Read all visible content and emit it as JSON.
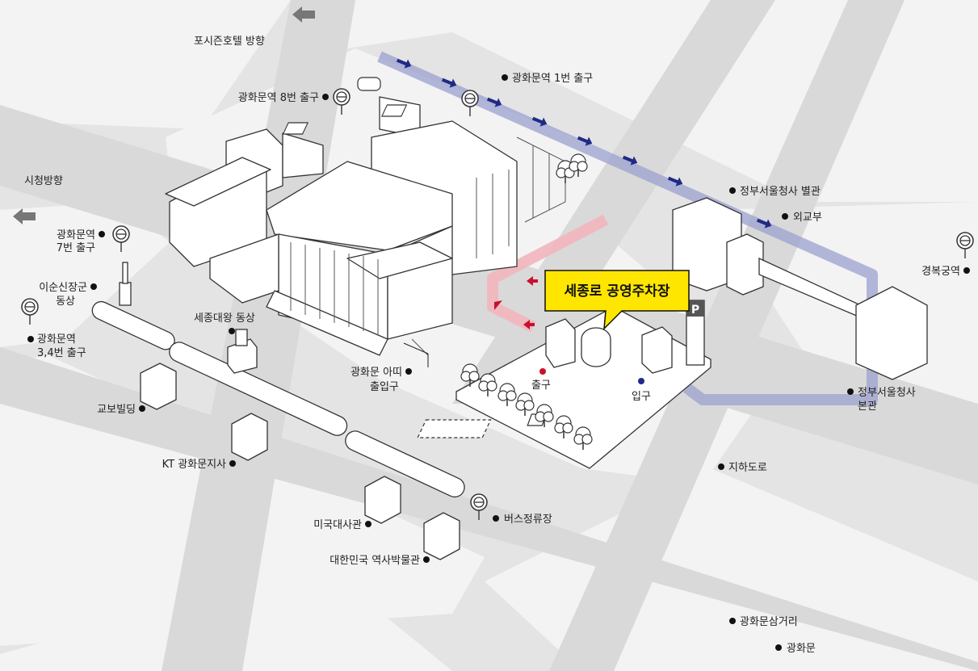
{
  "map": {
    "title": "세종로 공영주차장",
    "colors": {
      "background": "#e4e4e4",
      "block": "#f3f3f3",
      "road": "#dedede",
      "title_bg": "#ffe600",
      "entrance_route": "#9ba0cf",
      "exit_route": "#f2b5bc",
      "arrow_blue": "#1f2a86",
      "arrow_red": "#c8102e"
    },
    "directions": {
      "four_seasons": "포시즌호텔 방향",
      "city_hall": "시청방향"
    },
    "exits": {
      "exit_out": "출구",
      "exit_in": "입구"
    },
    "landmarks": {
      "exit1": "광화문역 1번 출구",
      "exit8": "광화문역 8번 출구",
      "exit7_line1": "광화문역",
      "exit7_line2": "7번 출구",
      "yisunsin_line1": "이순신장군",
      "yisunsin_line2": "동상",
      "exit34_line1": "광화문역",
      "exit34_line2": "3,4번 출구",
      "sejong": "세종대왕 동상",
      "art_line1": "광화문 아띠",
      "art_line2": "출입구",
      "kyobo": "교보빌딩",
      "kt": "KT 광화문지사",
      "us_embassy": "미국대사관",
      "museum": "대한민국 역사박물관",
      "bus_stop": "버스정류장",
      "gov_annex": "정부서울청사 별관",
      "mofa": "외교부",
      "gyeongbokgung": "경복궁역",
      "gov_main_line1": "정부서울청사",
      "gov_main_line2": "본관",
      "underpass": "지하도로",
      "intersection": "광화문삼거리",
      "gwanghwamun": "광화문"
    },
    "icons": {
      "parking_sign": "P",
      "subway": "subway-sign-icon",
      "bus": "bus-stop-sign-icon",
      "arrow": "direction-arrow-icon"
    }
  }
}
